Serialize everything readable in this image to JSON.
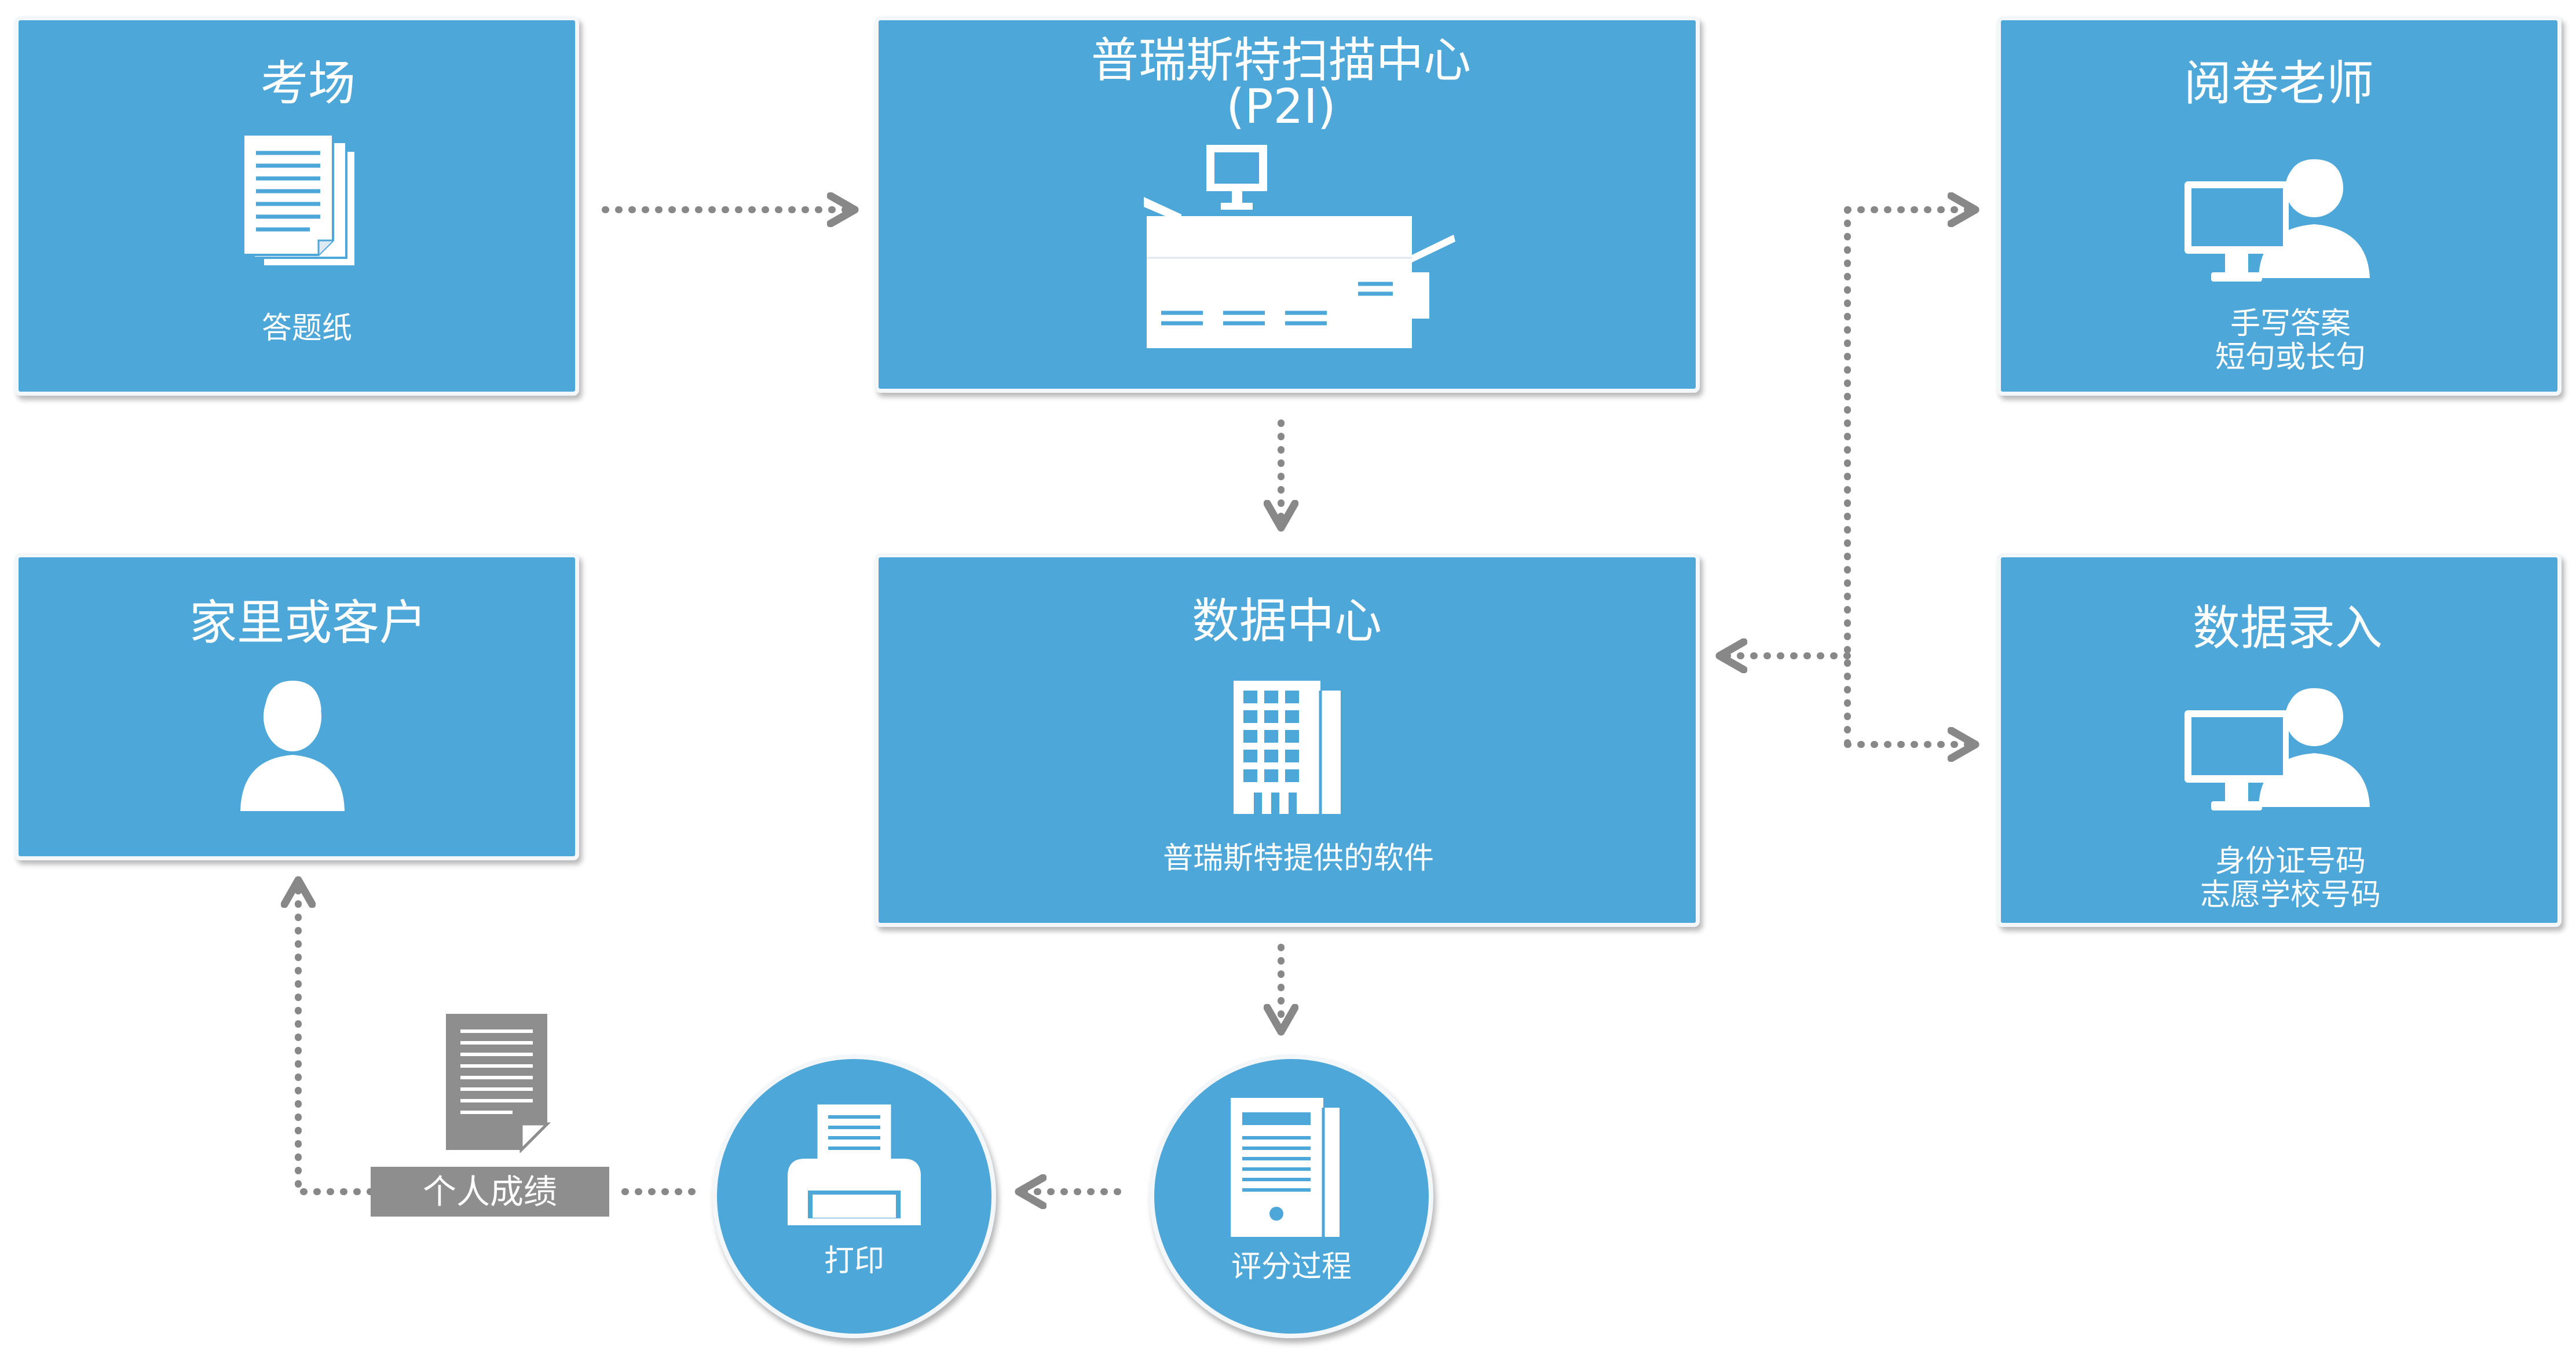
{
  "nodes": {
    "exam_room": {
      "title": "考场",
      "caption": "答题纸"
    },
    "scan_center": {
      "title_line1": "普瑞斯特扫描中心",
      "title_line2": "(P2I)"
    },
    "teacher": {
      "title": "阅卷老师",
      "caption_line1": "手写答案",
      "caption_line2": "短句或长句"
    },
    "home": {
      "title": "家里或客户"
    },
    "data_center": {
      "title": "数据中心",
      "caption": "普瑞斯特提供的软件"
    },
    "data_entry": {
      "title": "数据录入",
      "caption_line1": "身份证号码",
      "caption_line2": "志愿学校号码"
    },
    "print": {
      "label": "打印"
    },
    "scoring": {
      "label": "评分过程"
    },
    "report": {
      "label": "个人成绩"
    }
  },
  "colors": {
    "box": "#4ea7d9",
    "arrow": "#888888",
    "tag": "#8e8e8e",
    "icon": "#ffffff"
  },
  "icons": [
    "stacked-pages-icon",
    "scanner-icon",
    "teacher-computer-icon",
    "person-icon",
    "building-icon",
    "operator-computer-icon",
    "printer-icon",
    "document-icon",
    "report-page-icon"
  ]
}
